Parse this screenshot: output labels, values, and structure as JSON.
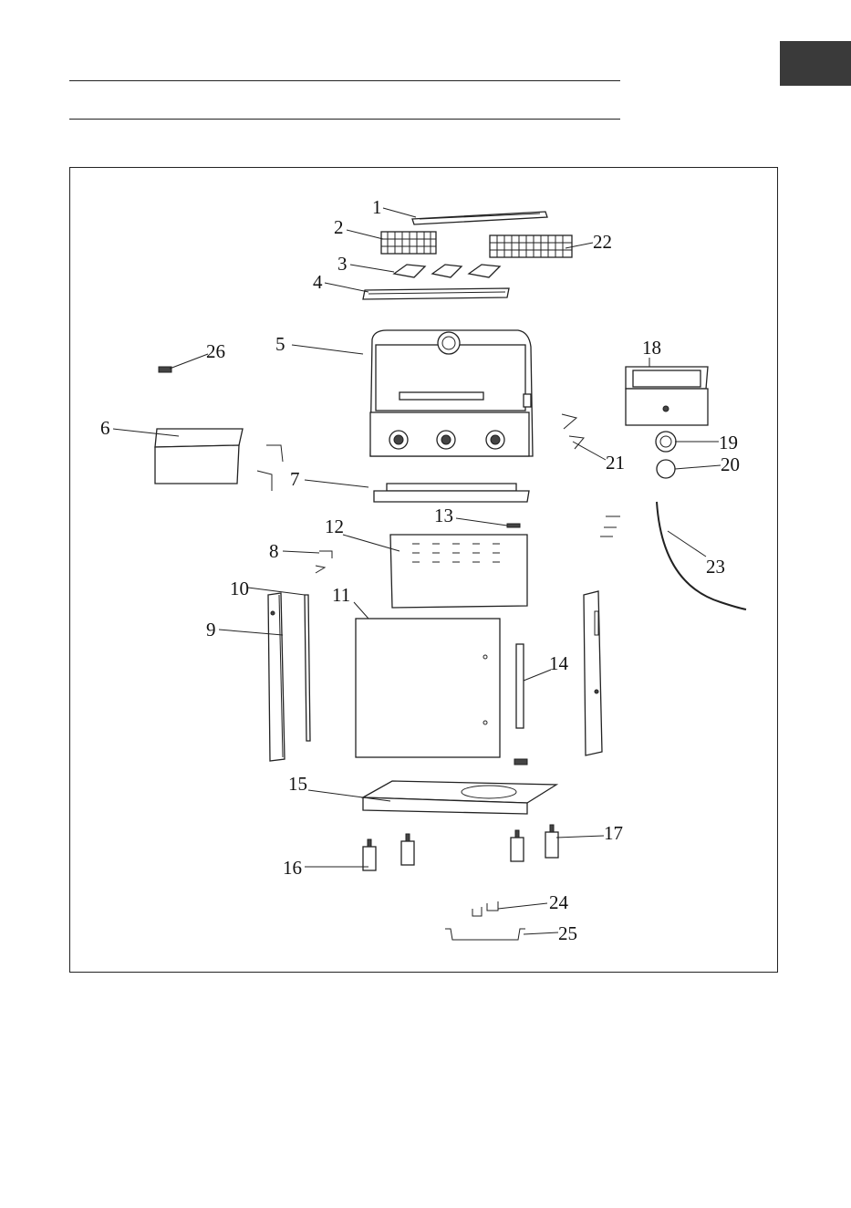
{
  "labels": {
    "l1": "1",
    "l2": "2",
    "l3": "3",
    "l4": "4",
    "l5": "5",
    "l6": "6",
    "l7": "7",
    "l8": "8",
    "l9": "9",
    "l10": "10",
    "l11": "11",
    "l12": "12",
    "l13": "13",
    "l14": "14",
    "l15": "15",
    "l16": "16",
    "l17": "17",
    "l18": "18",
    "l19": "19",
    "l20": "20",
    "l21": "21",
    "l22": "22",
    "l23": "23",
    "l24": "24",
    "l25": "25",
    "l26": "26"
  },
  "colors": {
    "tab": "#3a3a3a",
    "line": "#222222"
  }
}
